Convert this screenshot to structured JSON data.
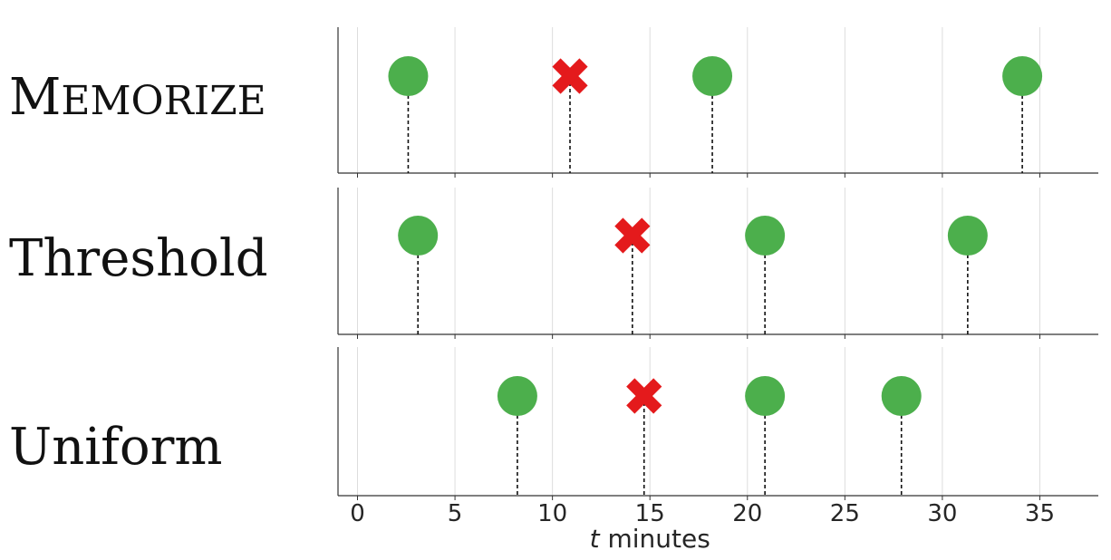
{
  "labels": {
    "memorize_first": "M",
    "memorize_rest": "EMORIZE",
    "threshold": "Threshold",
    "uniform": "Uniform"
  },
  "chart_data": {
    "type": "scatter",
    "xlabel_italic": "t",
    "xlabel_rest": " minutes",
    "xticks": [
      0,
      5,
      10,
      15,
      20,
      25,
      30,
      35
    ],
    "xlim": [
      -1,
      38
    ],
    "grid": true,
    "series": [
      {
        "name": "Memorize",
        "points": [
          {
            "x": 2.6,
            "outcome": "recalled"
          },
          {
            "x": 10.9,
            "outcome": "forgotten"
          },
          {
            "x": 18.2,
            "outcome": "recalled"
          },
          {
            "x": 34.1,
            "outcome": "recalled"
          }
        ]
      },
      {
        "name": "Threshold",
        "points": [
          {
            "x": 3.1,
            "outcome": "recalled"
          },
          {
            "x": 14.1,
            "outcome": "forgotten"
          },
          {
            "x": 20.9,
            "outcome": "recalled"
          },
          {
            "x": 31.3,
            "outcome": "recalled"
          }
        ]
      },
      {
        "name": "Uniform",
        "points": [
          {
            "x": 8.2,
            "outcome": "recalled"
          },
          {
            "x": 14.7,
            "outcome": "forgotten"
          },
          {
            "x": 20.9,
            "outcome": "recalled"
          },
          {
            "x": 27.9,
            "outcome": "recalled"
          }
        ]
      }
    ],
    "colors": {
      "recalled": "#4caf4c",
      "forgotten": "#e41a1c"
    }
  }
}
